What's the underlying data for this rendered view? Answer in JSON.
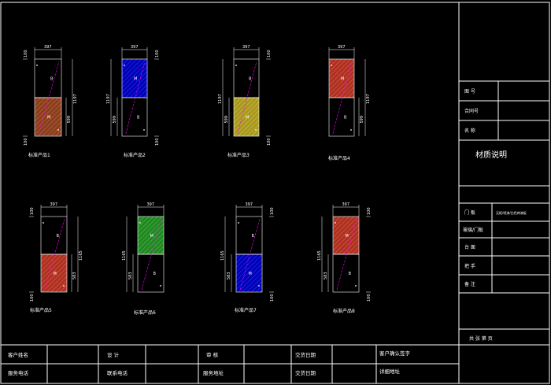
{
  "panels": [
    {
      "label": "标准产品1",
      "width_dim": "397",
      "height_dims": [
        "100",
        "1197",
        "599",
        "100"
      ]
    },
    {
      "label": "标准产品2",
      "width_dim": "397",
      "height_dims": [
        "100",
        "1197",
        "599",
        "100"
      ]
    },
    {
      "label": "标准产品3",
      "width_dim": "397",
      "height_dims": [
        "100",
        "1197",
        "599",
        "100"
      ]
    },
    {
      "label": "标准产品4",
      "width_dim": "397",
      "height_dims": [
        "1197",
        "599"
      ]
    },
    {
      "label": "标准产品5",
      "width_dim": "397",
      "height_dims": [
        "100",
        "1165",
        "583",
        "100"
      ]
    },
    {
      "label": "标准产品6",
      "width_dim": "397",
      "height_dims": [
        "1165",
        "583"
      ]
    },
    {
      "label": "标准产品7",
      "width_dim": "397",
      "height_dims": [
        "100",
        "1165",
        "583",
        "100"
      ]
    },
    {
      "label": "标准产品8",
      "width_dim": "397",
      "height_dims": [
        "100",
        "1165",
        "583",
        "100"
      ]
    }
  ],
  "glass_labels": [
    "B",
    "M"
  ],
  "side_panel": {
    "rows": [
      "图  号",
      "合同号",
      "名  称"
    ],
    "title": "材质说明",
    "spec_rows": [
      {
        "label": "门  板",
        "value": "无框/喷漆/白色烤漆板"
      },
      {
        "label": "玻璃/门板",
        "value": ""
      },
      {
        "label": "台  面",
        "value": ""
      },
      {
        "label": "把  手",
        "value": ""
      },
      {
        "label": "备  注",
        "value": ""
      }
    ],
    "page": "共  张  第  页"
  },
  "footer": {
    "row1": [
      "客户姓名",
      "",
      "设  计",
      "",
      "审  核",
      "",
      "交货日期",
      "",
      "客户确认签字",
      ""
    ],
    "row2": [
      "服务电话",
      "",
      "联系电话",
      "",
      "服务地址",
      "",
      "交货日期",
      "",
      "详细地址",
      ""
    ]
  },
  "colors": {
    "line": "#ffffff",
    "magenta": "#ff00ff",
    "blue": "#0000cc",
    "red": "#b03020",
    "brown": "#a04a28",
    "yellow": "#c8b830",
    "green": "#30a030"
  }
}
